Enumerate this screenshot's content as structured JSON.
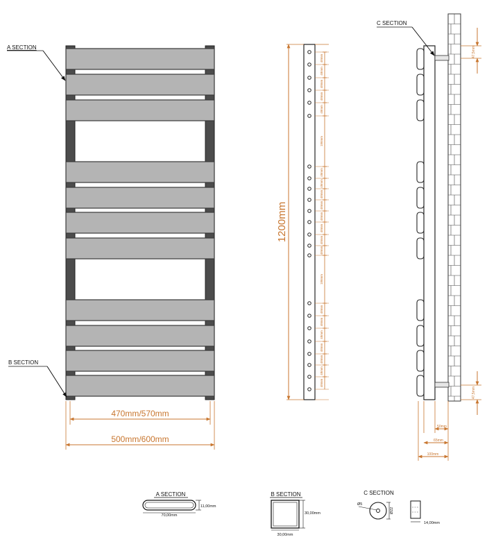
{
  "front_view": {
    "callout_a": "A SECTION",
    "callout_b": "B SECTION",
    "width_inner": "470mm/570mm",
    "width_outer": "500mm/600mm"
  },
  "side_view": {
    "height_label": "1200mm",
    "spacing_small": "48mm",
    "spacing_gap": "186mm"
  },
  "profile_view": {
    "callout_c": "C SECTION",
    "offset_top": "47,5mm",
    "offset_bottom": "47,5mm",
    "depth_a": "50mm",
    "depth_b": "65mm",
    "depth_c": "100mm"
  },
  "sections": {
    "a": {
      "title": "A SECTION",
      "width": "70,00mm",
      "height": "11,00mm"
    },
    "b": {
      "title": "B SECTION",
      "width": "30,00mm",
      "height": "30,00mm"
    },
    "c": {
      "title": "C SECTION",
      "hole": "Ø5",
      "diameter": "Ø22",
      "depth": "14,00mm"
    }
  },
  "colors": {
    "dimension": "#c8762f",
    "panel_fill": "#b4b4b4",
    "rail_fill": "#4c4c4c",
    "line": "#1a1a1a"
  }
}
